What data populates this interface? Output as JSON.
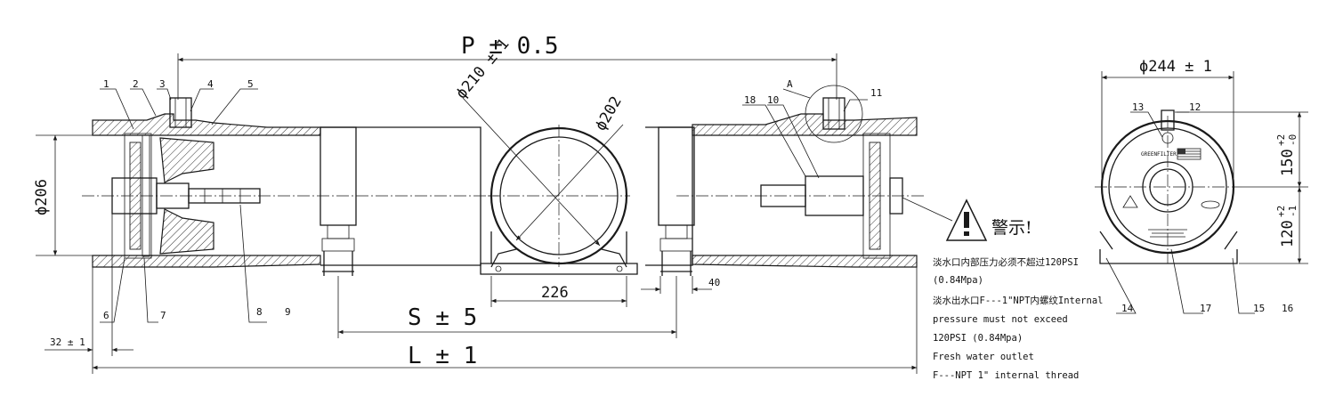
{
  "dimensions": {
    "p_length": "P ± 0.5",
    "outer_dia": "ϕ210 ± 1",
    "inner_dia": "ϕ202",
    "end_dia": "ϕ206",
    "saddle_width": "226",
    "gap": "40",
    "s_length": "S ± 5",
    "l_length": "L ± 1",
    "offset": "32 ± 1",
    "end_width": "ϕ244 ± 1",
    "port_height_base": "150",
    "port_height_tol_upper": "+2",
    "port_height_tol_lower": "-0",
    "center_height_base": "120",
    "center_height_tol_upper": "+2",
    "center_height_tol_lower": "-1"
  },
  "part_labels": {
    "p1": "1",
    "p2": "2",
    "p3": "3",
    "p4": "4",
    "p5": "5",
    "p6": "6",
    "p7": "7",
    "p8": "8",
    "p9": "9",
    "p10": "10",
    "p11": "11",
    "p12": "12",
    "p13": "13",
    "p14": "14",
    "p15": "15",
    "p16": "16",
    "p17": "17",
    "p18": "18",
    "detail_a": "A"
  },
  "warning": {
    "title": "警示!",
    "icon": "exclamation-triangle-icon",
    "lines": [
      "淡水口内部压力必须不超过120PSI",
      "(0.84Mpa)",
      "淡水出水口F---1\"NPT内螺纹Internal",
      "pressure must not exceed",
      "120PSI (0.84Mpa)",
      "Fresh water outlet",
      "F---NPT 1\" internal thread"
    ]
  },
  "end_view": {
    "brand_label": "GREENFILTER",
    "flag_icon": "us-flag-icon"
  }
}
